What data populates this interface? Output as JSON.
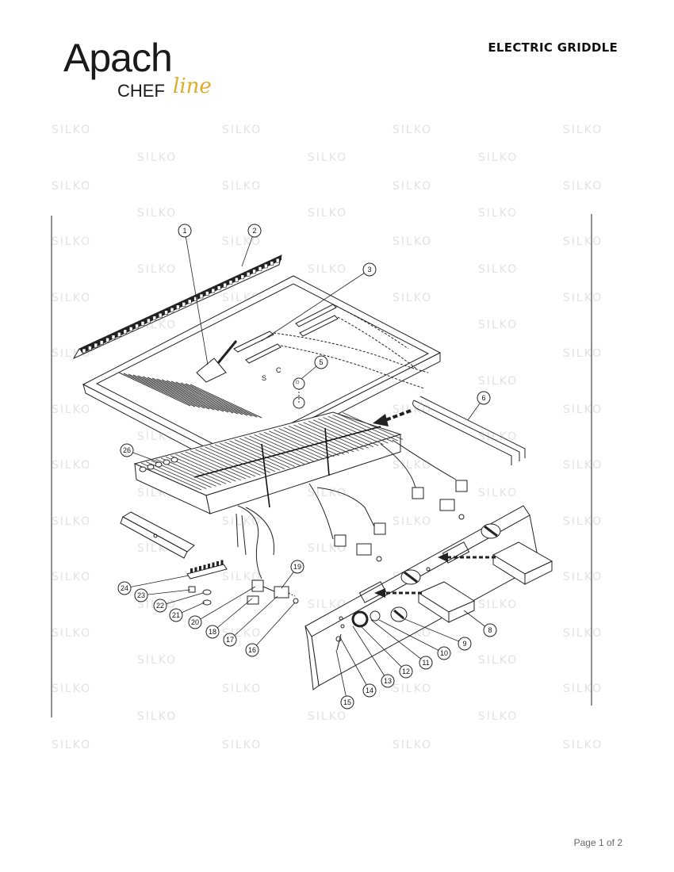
{
  "brand": {
    "name": "Apach",
    "sub": "CHEF",
    "script": "line"
  },
  "document": {
    "title": "ELECTRIC GRIDDLE",
    "page": "Page 1 of 2"
  },
  "watermark": "SILKO",
  "parts": {
    "labels": [
      "1",
      "2",
      "3",
      "5",
      "6",
      "8",
      "9",
      "10",
      "11",
      "12",
      "13",
      "14",
      "15",
      "16",
      "17",
      "18",
      "19",
      "20",
      "21",
      "22",
      "23",
      "24",
      "26"
    ],
    "part_letters": [
      "S",
      "C"
    ]
  }
}
